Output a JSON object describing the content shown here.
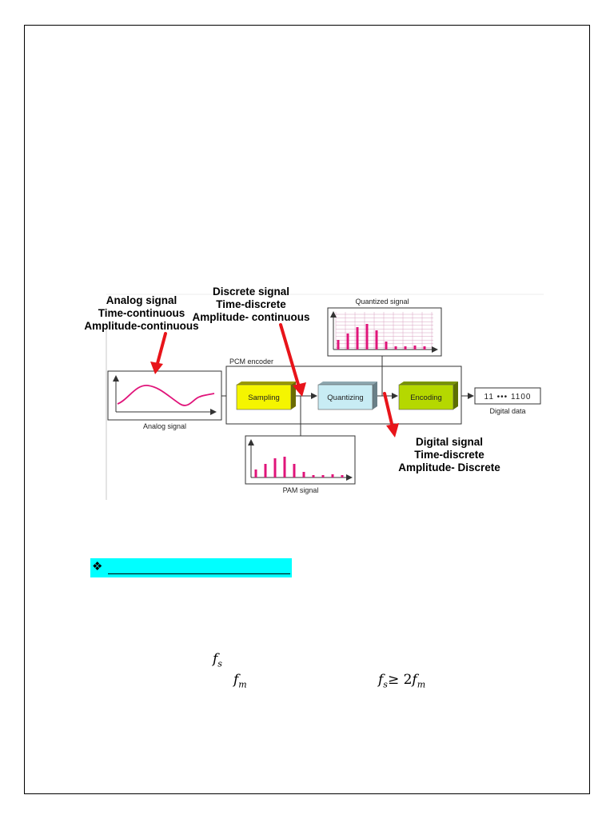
{
  "annotations": {
    "analog": [
      "Analog signal",
      "Time-continuous",
      "Amplitude-continuous"
    ],
    "discrete": [
      "Discrete signal",
      "Time-discrete",
      "Amplitude- continuous"
    ],
    "digital": [
      "Digital signal",
      "Time-discrete",
      "Amplitude- Discrete"
    ]
  },
  "diagram": {
    "encoder_label": "PCM encoder",
    "sampling": "Sampling",
    "quantizing": "Quantizing",
    "encoding": "Encoding",
    "analog_caption": "Analog signal",
    "pam_caption": "PAM signal",
    "quantized_caption": "Quantized signal",
    "output_value": "11 ••• 1100",
    "output_caption": "Digital data"
  },
  "heading": {
    "bullet": "❖"
  },
  "math": {
    "f": "f",
    "s": "s",
    "m": "m",
    "rel": "≥ 2",
    "fs": "fs",
    "fm": "fm",
    "equation": "fs ≥ 2fm"
  },
  "colors": {
    "arrow": "#e8141a",
    "signal": "#e0147a",
    "sampling": "#f5f500",
    "quantizing": "#c8ecf4",
    "encoding": "#b5d800",
    "highlight": "#00ffff"
  }
}
